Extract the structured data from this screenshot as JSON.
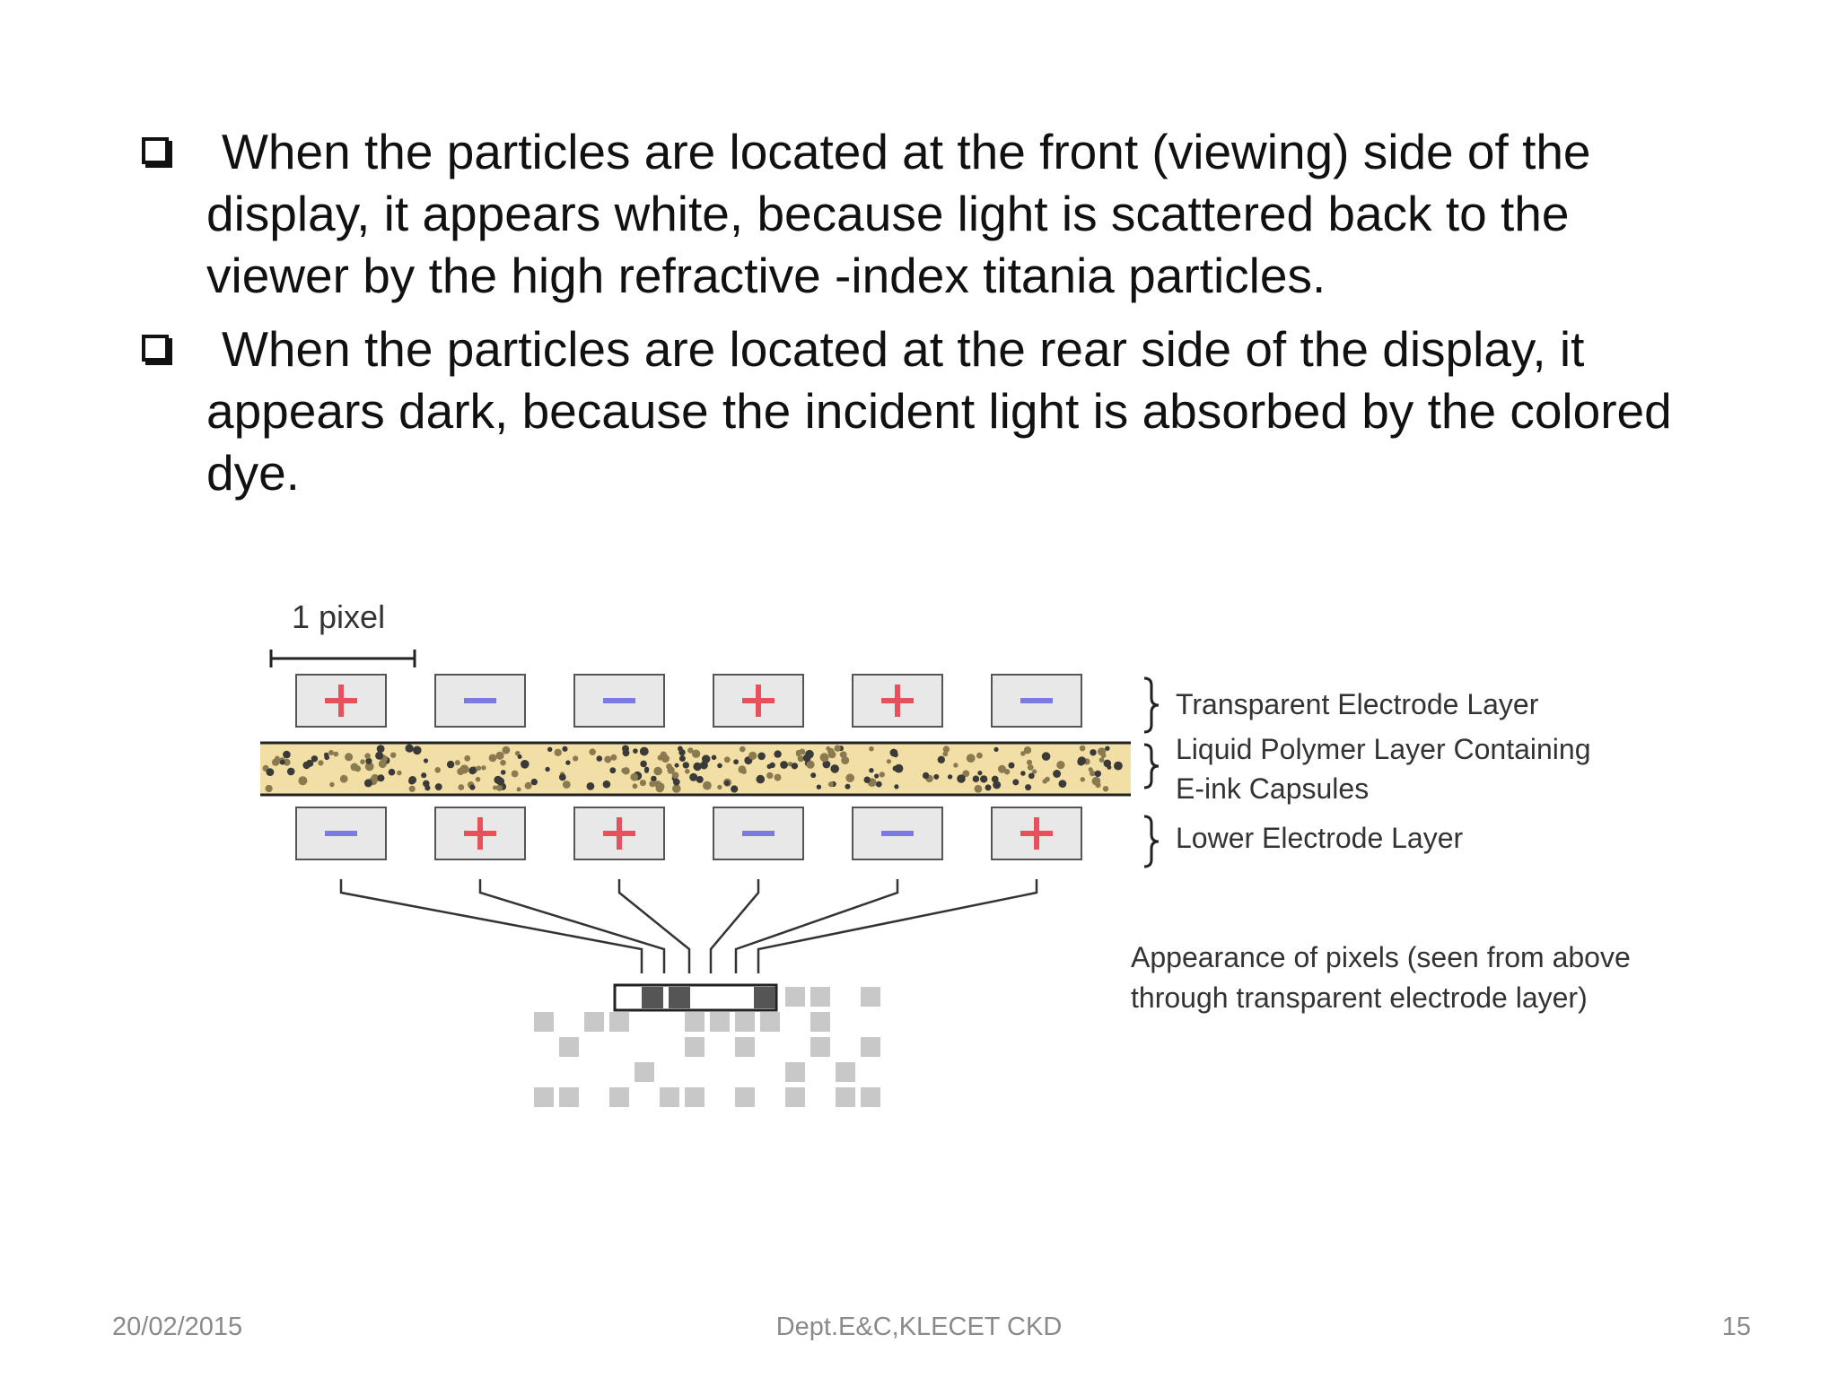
{
  "bullets": [
    {
      "text": "When the particles are located at the front (viewing) side of the display, it appears white, because light is scattered back to the viewer by the high refractive -index titania particles."
    },
    {
      "text": "When the particles are located at the rear side of the display, it appears dark, because the incident light is absorbed by the colored dye."
    }
  ],
  "diagram": {
    "pixel_label": "1 pixel",
    "top_electrode_signs": [
      "+",
      "-",
      "-",
      "+",
      "+",
      "-"
    ],
    "bottom_electrode_signs": [
      "-",
      "+",
      "+",
      "-",
      "-",
      "+"
    ],
    "layer_labels": {
      "transparent": "Transparent Electrode Layer",
      "liquid_line1": "Liquid Polymer Layer Containing",
      "liquid_line2": "E-ink Capsules",
      "lower": "Lower Electrode Layer"
    },
    "appearance_line1": "Appearance of pixels (seen from above",
    "appearance_line2": "through transparent electrode layer)",
    "colors": {
      "plus": "#e8505c",
      "minus": "#7a7ae0",
      "electrode_fill": "#e8e8e8",
      "polymer_fill": "#f2dfa6",
      "pixel_gray": "#c8c8c8",
      "pixel_dark": "#555555"
    }
  },
  "footer": {
    "date": "20/02/2015",
    "dept": "Dept.E&C,KLECET CKD",
    "page": "15"
  }
}
